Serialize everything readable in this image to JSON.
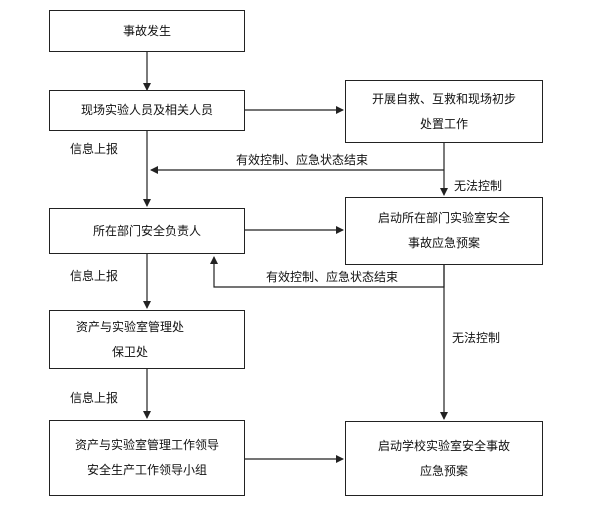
{
  "nodes": {
    "accident": {
      "lines": [
        "事故发生"
      ]
    },
    "onsite": {
      "lines": [
        "现场实验人员及相关人员"
      ]
    },
    "initial": {
      "lines": [
        "开展自救、互救和现场初步",
        "处置工作"
      ]
    },
    "dept_head": {
      "lines": [
        "所在部门安全负责人"
      ]
    },
    "dept_plan": {
      "lines": [
        "启动所在部门实验室安全",
        "事故应急预案"
      ]
    },
    "asset_dept": {
      "lines": [
        "资产与实验室管理处",
        "保卫处"
      ]
    },
    "leaders": {
      "lines": [
        "资产与实验室管理工作领导",
        "安全生产工作领导小组"
      ]
    },
    "school_plan": {
      "lines": [
        "启动学校实验室安全事故",
        "应急预案"
      ]
    }
  },
  "edge_labels": {
    "report_1": "信息上报",
    "report_2": "信息上报",
    "report_3": "信息上报",
    "controlled_1": "有效控制、应急状态结束",
    "controlled_2": "有效控制、应急状态结束",
    "uncontrolled_1": "无法控制",
    "uncontrolled_2": "无法控制"
  },
  "colors": {
    "line": "#222222",
    "text": "#111111"
  }
}
